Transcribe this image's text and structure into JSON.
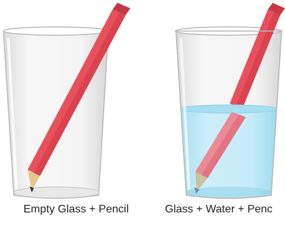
{
  "captions": {
    "left": "Empty Glass + Pencil",
    "right": "Glass + Water + Penc"
  },
  "colors": {
    "pencil_body": "#e8505b",
    "pencil_body_light": "#f07c85",
    "pencil_end": "#c53a46",
    "pencil_tip_wood": "#e9c48c",
    "pencil_lead": "#333333",
    "glass_fill": "#f2f2f2",
    "glass_outline": "#b8b8b8",
    "water_fill": "#bfe8f7",
    "water_surface": "#9fdcf2",
    "pencil_under_water": "#ec8a96"
  },
  "glasses": [
    {
      "name": "empty-glass",
      "has_water": false
    },
    {
      "name": "water-glass",
      "has_water": true
    }
  ]
}
